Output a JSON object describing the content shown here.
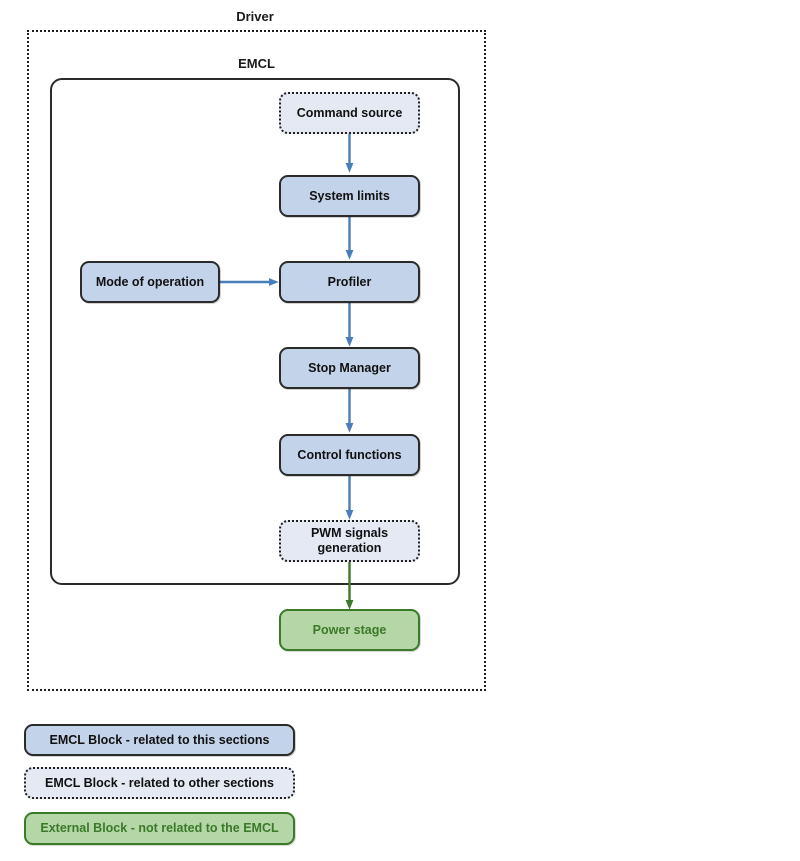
{
  "diagram": {
    "containers": [
      {
        "id": "driver",
        "label": "Driver",
        "style": "dotted"
      },
      {
        "id": "emcl",
        "label": "EMCL",
        "style": "solid-rounded"
      }
    ],
    "nodes": [
      {
        "id": "command-source",
        "label": "Command source",
        "style": "dotted"
      },
      {
        "id": "system-limits",
        "label": "System limits",
        "style": "solid"
      },
      {
        "id": "mode-of-operation",
        "label": "Mode of operation",
        "style": "solid"
      },
      {
        "id": "profiler",
        "label": "Profiler",
        "style": "solid"
      },
      {
        "id": "stop-manager",
        "label": "Stop Manager",
        "style": "solid"
      },
      {
        "id": "control-functions",
        "label": "Control functions",
        "style": "solid"
      },
      {
        "id": "pwm-generation",
        "label": "PWM signals generation",
        "line1": "PWM signals",
        "line2": "generation",
        "style": "dotted"
      },
      {
        "id": "power-stage",
        "label": "Power stage",
        "style": "external"
      }
    ],
    "edges": [
      {
        "from": "command-source",
        "to": "system-limits",
        "color": "#4a7ebb",
        "direction": "down"
      },
      {
        "from": "system-limits",
        "to": "profiler",
        "color": "#4a7ebb",
        "direction": "down"
      },
      {
        "from": "mode-of-operation",
        "to": "profiler",
        "color": "#4a7ebb",
        "direction": "right"
      },
      {
        "from": "profiler",
        "to": "stop-manager",
        "color": "#4a7ebb",
        "direction": "down"
      },
      {
        "from": "stop-manager",
        "to": "control-functions",
        "color": "#4a7ebb",
        "direction": "down"
      },
      {
        "from": "control-functions",
        "to": "pwm-generation",
        "color": "#4a7ebb",
        "direction": "down"
      },
      {
        "from": "pwm-generation",
        "to": "power-stage",
        "color": "#3a7a28",
        "direction": "down"
      }
    ]
  },
  "legend": {
    "items": [
      {
        "id": "legend-emcl-this",
        "label": "EMCL Block - related to this sections",
        "style": "solid"
      },
      {
        "id": "legend-emcl-other",
        "label": "EMCL Block - related to other sections",
        "style": "dotted"
      },
      {
        "id": "legend-external",
        "label": "External Block - not related to the EMCL",
        "style": "external"
      }
    ]
  },
  "colors": {
    "block_fill": "#c3d3ea",
    "block_border": "#2b2b2b",
    "dotted_fill": "#e4e9f4",
    "external_fill": "#b5d6a7",
    "external_border": "#3a7a28",
    "arrow_blue": "#4a7ebb",
    "arrow_green": "#3a7a28"
  }
}
